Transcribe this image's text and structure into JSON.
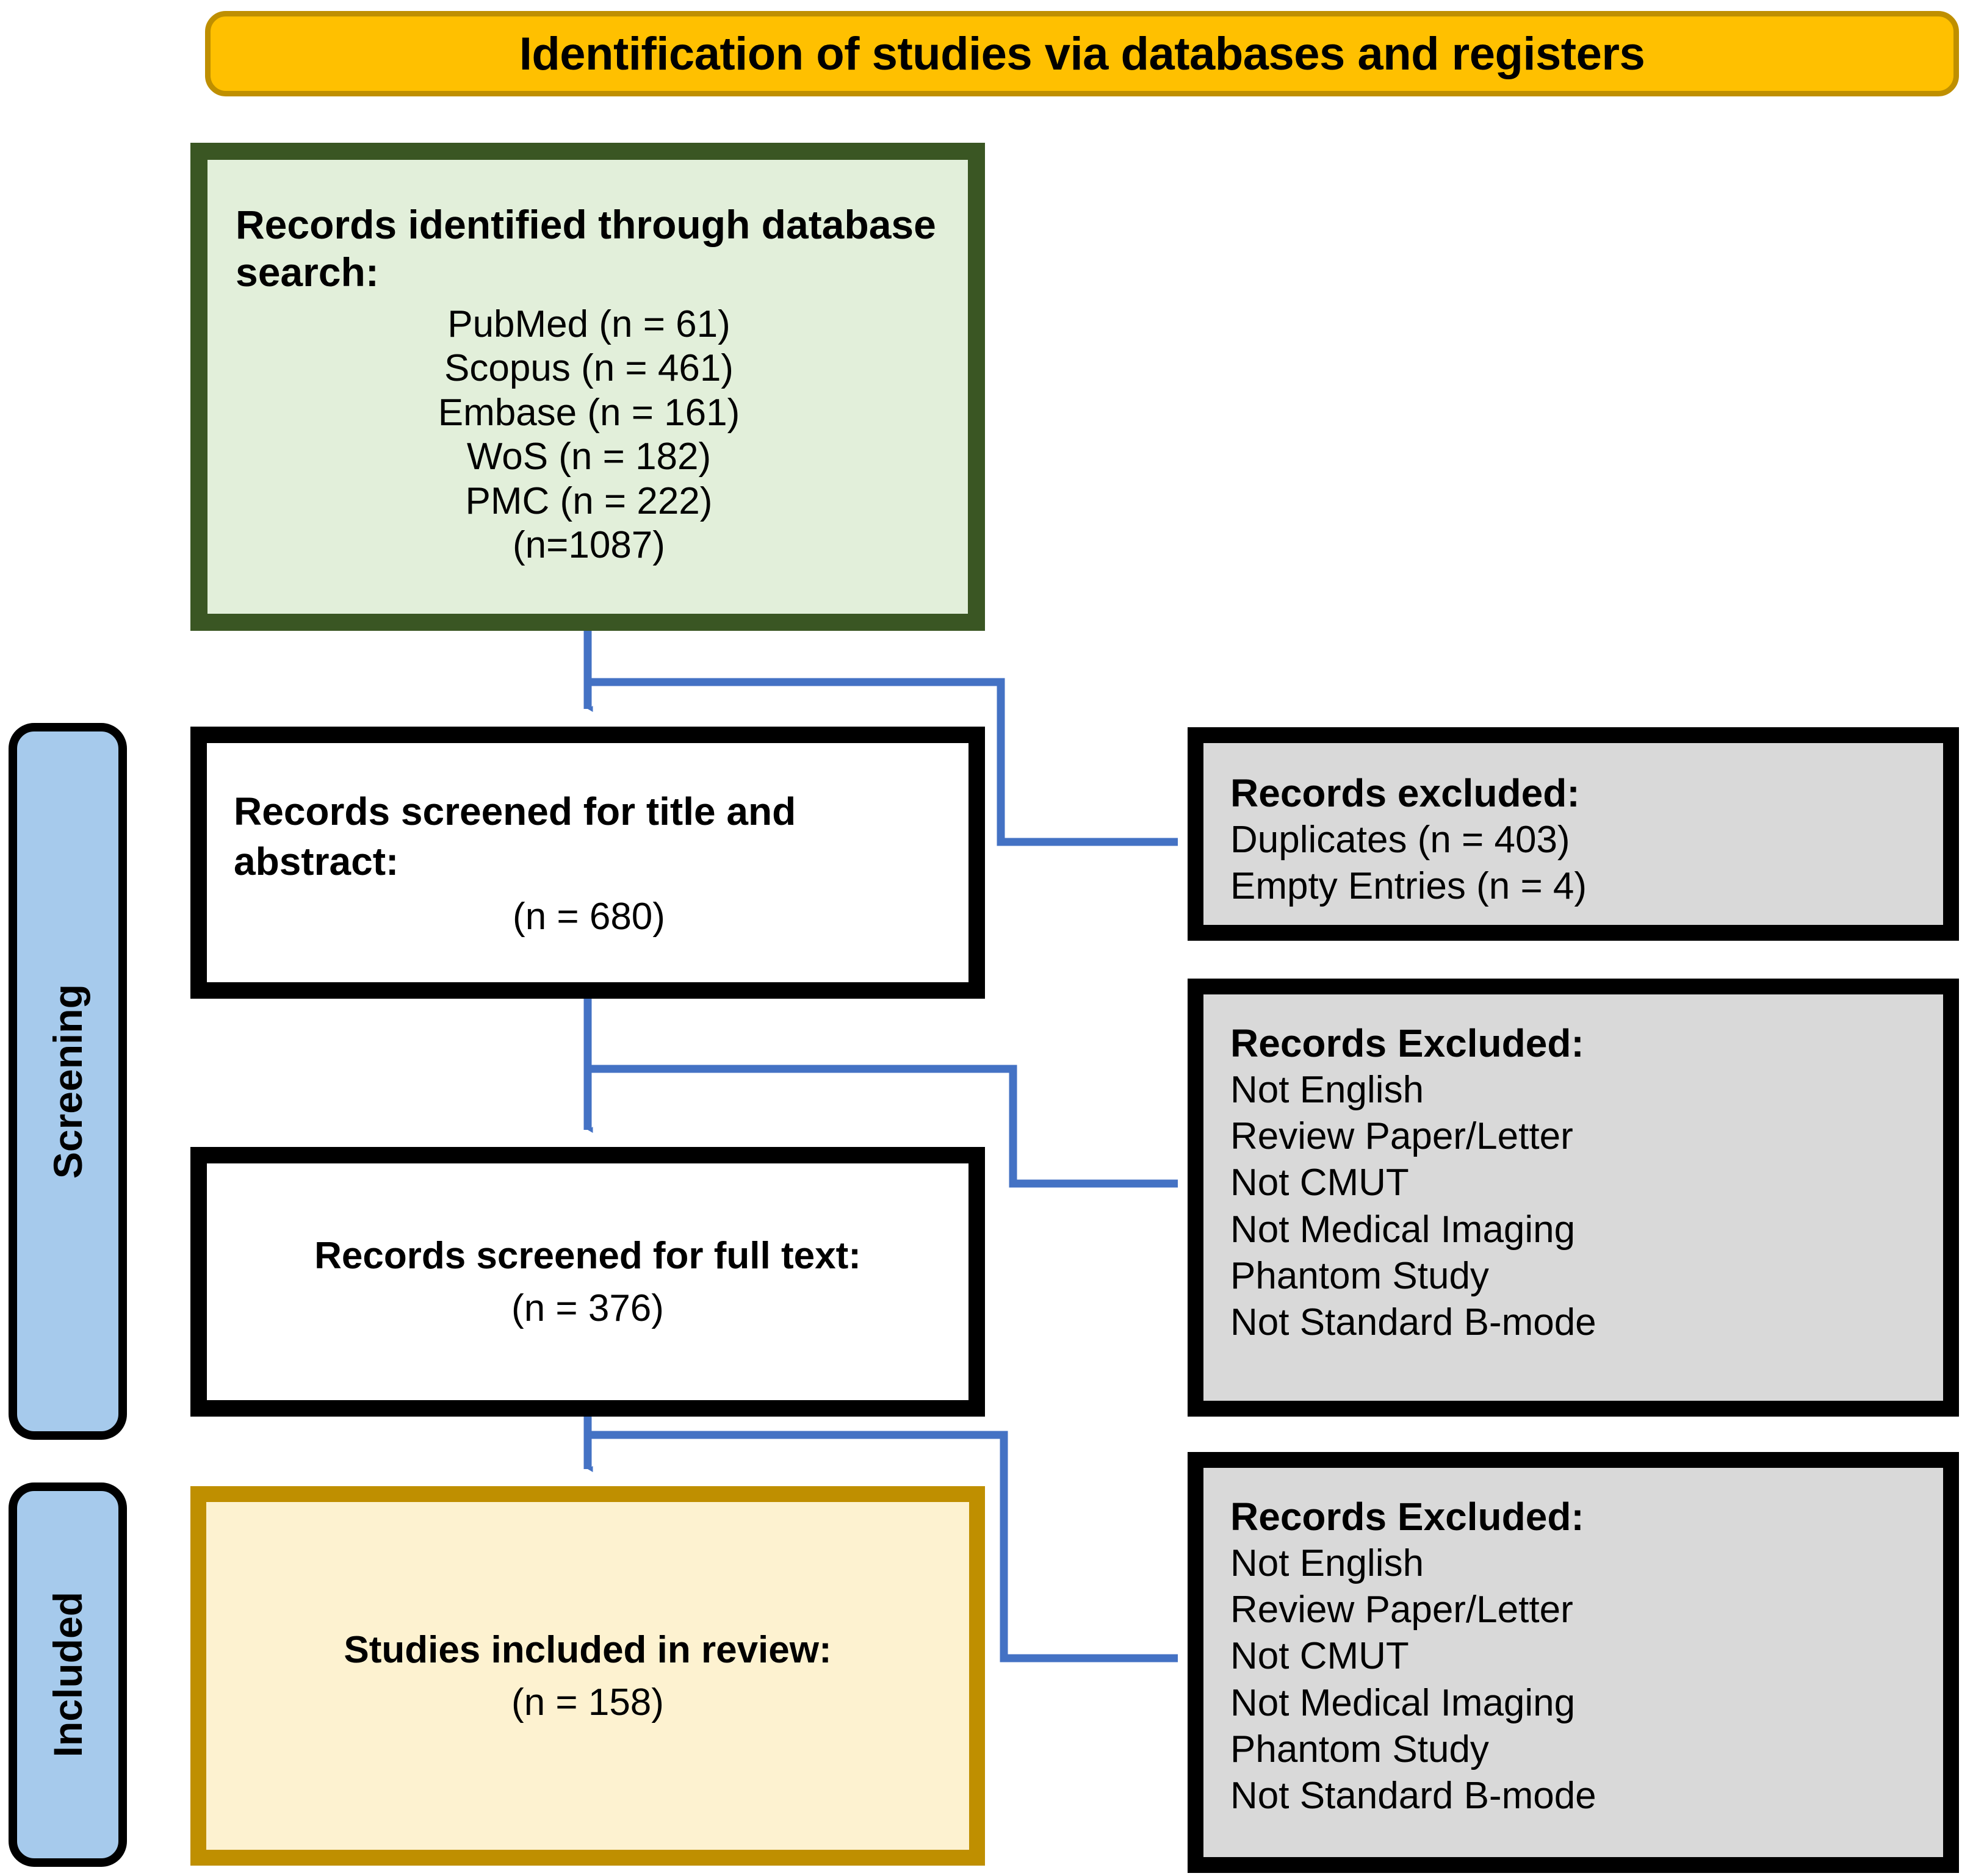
{
  "header": {
    "title": "Identification of studies via databases and registers",
    "fill_color": "#FFC000",
    "border_color": "#BF8F00"
  },
  "stages": [
    {
      "name": "screening",
      "label": "Screening",
      "fill_color": "#A6CAEC"
    },
    {
      "name": "included",
      "label": "Included",
      "fill_color": "#A6CAEC"
    }
  ],
  "identification": {
    "heading": "Records identified through database search:",
    "sources": [
      "PubMed (n = 61)",
      "Scopus (n = 461)",
      "Embase (n = 161)",
      "WoS (n = 182)",
      "PMC (n = 222)",
      "(n=1087)"
    ],
    "fill_color": "#E2EFDA",
    "border_color": "#3A5623"
  },
  "screen_title": {
    "heading": "Records screened for title and abstract:",
    "count": "(n = 680)",
    "fill_color": "#FFFFFF",
    "border_color": "#000000"
  },
  "excluded_1": {
    "heading": "Records excluded:",
    "reasons": [
      "Duplicates (n = 403)",
      "Empty Entries (n = 4)"
    ],
    "fill_color": "#D9D9D9",
    "border_color": "#000000"
  },
  "screen_full": {
    "heading": "Records screened for full text:",
    "count": "(n = 376)",
    "fill_color": "#FFFFFF",
    "border_color": "#000000"
  },
  "excluded_2": {
    "heading": "Records Excluded:",
    "reasons": [
      "Not English",
      "Review Paper/Letter",
      "Not CMUT",
      "Not Medical Imaging",
      "Phantom Study",
      "Not Standard B-mode"
    ],
    "fill_color": "#D9D9D9",
    "border_color": "#000000"
  },
  "included_box": {
    "heading": "Studies included in review:",
    "count": "(n = 158)",
    "fill_color": "#FDF2D0",
    "border_color": "#BF8F00"
  },
  "excluded_3": {
    "heading": "Records Excluded:",
    "reasons": [
      "Not English",
      "Review Paper/Letter",
      "Not CMUT",
      "Not Medical Imaging",
      "Phantom Study",
      "Not Standard B-mode"
    ],
    "fill_color": "#D9D9D9",
    "border_color": "#000000"
  },
  "connectors": {
    "color": "#4472C4",
    "flows": [
      {
        "from": "identification",
        "to": "screen_title",
        "type": "down-arrow"
      },
      {
        "from": "identification",
        "to": "excluded_1",
        "type": "elbow-right-arrow"
      },
      {
        "from": "screen_title",
        "to": "screen_full",
        "type": "down-arrow"
      },
      {
        "from": "screen_title",
        "to": "excluded_2",
        "type": "elbow-right-arrow"
      },
      {
        "from": "screen_full",
        "to": "included_box",
        "type": "down-arrow"
      },
      {
        "from": "screen_full",
        "to": "excluded_3",
        "type": "elbow-right-arrow"
      }
    ]
  }
}
